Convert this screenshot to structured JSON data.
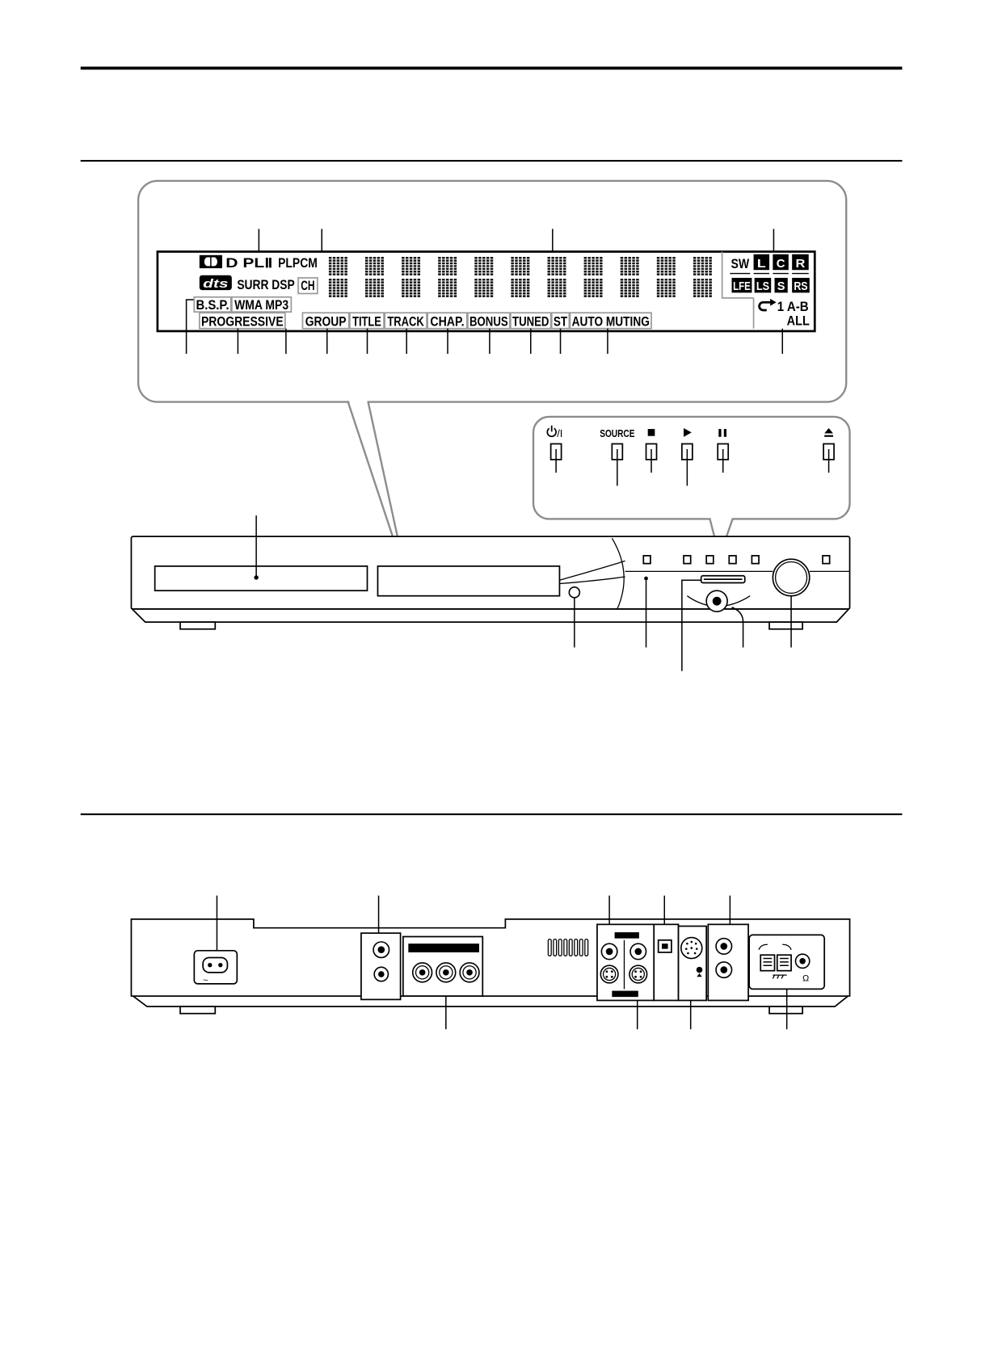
{
  "display": {
    "dolby_pl2": "D PLⅡ",
    "plpcm": "PLPCM",
    "dts": "dts",
    "surr_dsp": "SURR DSP",
    "ch": "CH",
    "bsp": "B.S.P.",
    "wma_mp3": "WMA MP3",
    "progressive": "PROGRESSIVE",
    "group": "GROUP",
    "title": "TITLE",
    "track": "TRACK",
    "chap": "CHAP.",
    "bonus": "BONUS",
    "tuned": "TUNED",
    "st": "ST",
    "auto_muting": "AUTO MUTING",
    "channels": {
      "sw": "SW",
      "l": "L",
      "c": "C",
      "r": "R",
      "lfe": "LFE",
      "ls": "LS",
      "s": "S",
      "rs": "RS"
    },
    "repeat_ab": "1 A-B",
    "repeat_all": "ALL",
    "icons": [
      "dolby-logo-icon",
      "repeat-icon"
    ]
  },
  "front_buttons": {
    "standby_suffix": "/I",
    "source": "SOURCE",
    "icons": [
      "power-icon",
      "stop-icon",
      "play-icon",
      "pause-icon",
      "eject-icon"
    ]
  },
  "rear_panel": {
    "ac_symbol": "~",
    "impedance_symbol": "Ω"
  },
  "colors": {
    "ink": "#000000",
    "callout": "#8c8c8c",
    "indicator_outline": "#9a9a9a"
  }
}
